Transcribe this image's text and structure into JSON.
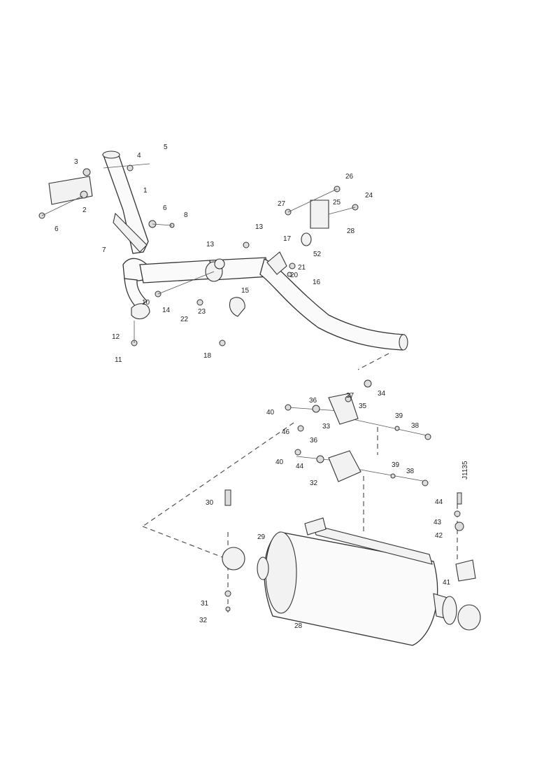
{
  "diagram": {
    "id_code": "J1135",
    "callouts": [
      {
        "id": "c1",
        "text": "1"
      },
      {
        "id": "c2",
        "text": "2"
      },
      {
        "id": "c3",
        "text": "3"
      },
      {
        "id": "c4",
        "text": "4"
      },
      {
        "id": "c5",
        "text": "5"
      },
      {
        "id": "c6",
        "text": "6"
      },
      {
        "id": "c6b",
        "text": "6"
      },
      {
        "id": "c7",
        "text": "7"
      },
      {
        "id": "c8",
        "text": "8"
      },
      {
        "id": "c10",
        "text": "10"
      },
      {
        "id": "c11",
        "text": "11"
      },
      {
        "id": "c12",
        "text": "12"
      },
      {
        "id": "c13",
        "text": "13"
      },
      {
        "id": "c13b",
        "text": "13"
      },
      {
        "id": "c14",
        "text": "14"
      },
      {
        "id": "c15",
        "text": "15"
      },
      {
        "id": "c16",
        "text": "16"
      },
      {
        "id": "c17",
        "text": "17"
      },
      {
        "id": "c18",
        "text": "18"
      },
      {
        "id": "c20",
        "text": "20"
      },
      {
        "id": "c21",
        "text": "21"
      },
      {
        "id": "c22",
        "text": "22"
      },
      {
        "id": "c23",
        "text": "23"
      },
      {
        "id": "c24",
        "text": "24"
      },
      {
        "id": "c25",
        "text": "25"
      },
      {
        "id": "c26",
        "text": "26"
      },
      {
        "id": "c27",
        "text": "27"
      },
      {
        "id": "c28",
        "text": "28"
      },
      {
        "id": "c28b",
        "text": "28"
      },
      {
        "id": "c29",
        "text": "29"
      },
      {
        "id": "c30",
        "text": "30"
      },
      {
        "id": "c31",
        "text": "31"
      },
      {
        "id": "c32",
        "text": "32"
      },
      {
        "id": "c32b",
        "text": "32"
      },
      {
        "id": "c33",
        "text": "33"
      },
      {
        "id": "c34",
        "text": "34"
      },
      {
        "id": "c35",
        "text": "35"
      },
      {
        "id": "c36",
        "text": "36"
      },
      {
        "id": "c36b",
        "text": "36"
      },
      {
        "id": "c37",
        "text": "37"
      },
      {
        "id": "c38",
        "text": "38"
      },
      {
        "id": "c38b",
        "text": "38"
      },
      {
        "id": "c39",
        "text": "39"
      },
      {
        "id": "c39b",
        "text": "39"
      },
      {
        "id": "c40",
        "text": "40"
      },
      {
        "id": "c40b",
        "text": "40"
      },
      {
        "id": "c41",
        "text": "41"
      },
      {
        "id": "c42",
        "text": "42"
      },
      {
        "id": "c43",
        "text": "43"
      },
      {
        "id": "c44",
        "text": "44"
      },
      {
        "id": "c44b",
        "text": "44"
      },
      {
        "id": "c46",
        "text": "46"
      },
      {
        "id": "c52",
        "text": "52"
      }
    ]
  }
}
